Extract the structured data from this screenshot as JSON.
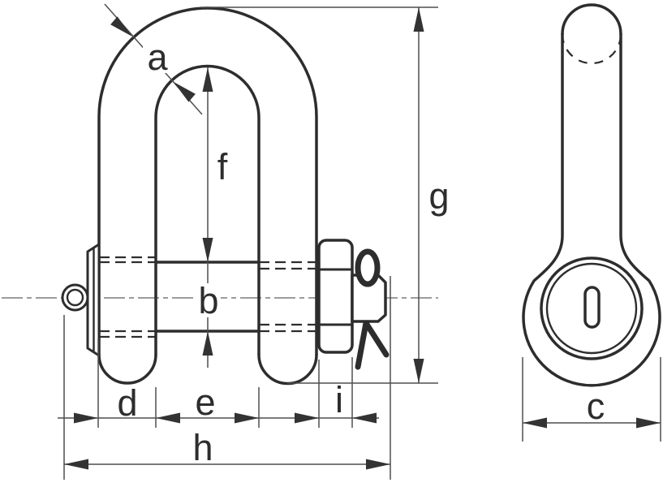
{
  "diagram": {
    "type": "technical-drawing",
    "subject": "dee-shackle with safety bolt pin (nut and cotter pin), front and side views",
    "views": [
      {
        "id": "front-view",
        "dimension_labels": [
          "a",
          "f",
          "b",
          "g",
          "d",
          "e",
          "i",
          "h"
        ]
      },
      {
        "id": "side-view",
        "dimension_labels": [
          "c"
        ]
      }
    ]
  },
  "labels": {
    "a": "a",
    "b": "b",
    "c": "c",
    "d": "d",
    "e": "e",
    "f": "f",
    "g": "g",
    "h": "h",
    "i": "i"
  },
  "colors": {
    "background": "#ffffff",
    "outline": "#2d2d2d",
    "dimension_lines": "#4f4f4f",
    "centerline": "#8f8f8f",
    "labels": "#2d2d2d"
  }
}
